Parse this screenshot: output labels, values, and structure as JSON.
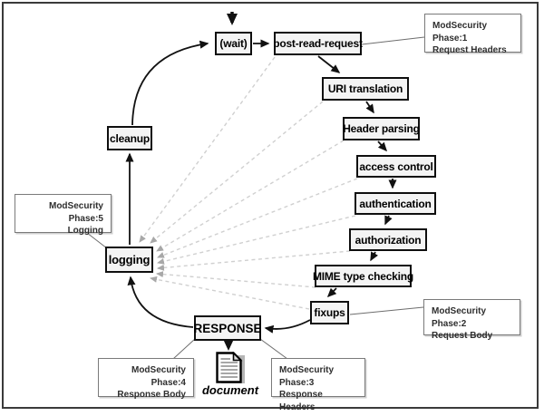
{
  "nodes": {
    "wait": {
      "label": "(wait)"
    },
    "post_read_request": {
      "label": "post-read-request"
    },
    "uri_translation": {
      "label": "URI translation"
    },
    "header_parsing": {
      "label": "Header parsing"
    },
    "access_control": {
      "label": "access control"
    },
    "authentication": {
      "label": "authentication"
    },
    "authorization": {
      "label": "authorization"
    },
    "mime_type_checking": {
      "label": "MIME type checking"
    },
    "fixups": {
      "label": "fixups"
    },
    "response": {
      "label": "RESPONSE"
    },
    "logging": {
      "label": "logging"
    },
    "cleanup": {
      "label": "cleanup"
    }
  },
  "annotations": {
    "phase1": {
      "line1": "ModSecurity Phase:1",
      "line2": "Request Headers"
    },
    "phase2": {
      "line1": "ModSecurity Phase:2",
      "line2": "Request Body"
    },
    "phase3": {
      "line1": "ModSecurity Phase:3",
      "line2": "Response Headers"
    },
    "phase4": {
      "line1": "ModSecurity Phase:4",
      "line2": "Response Body"
    },
    "phase5": {
      "line1": "ModSecurity Phase:5",
      "line2": "Logging"
    }
  },
  "document": {
    "label": "document"
  },
  "colors": {
    "node_fill": "#f4f4f4",
    "node_border": "#0f0f0f",
    "solid_arrow": "#111111",
    "dashed_line": "#d0d0d0",
    "dashed_arrowhead": "#a8a8a8",
    "annotation_border": "#7a7a7a",
    "annotation_text": "#2e2e2e",
    "frame_border": "#3a3a3a"
  }
}
